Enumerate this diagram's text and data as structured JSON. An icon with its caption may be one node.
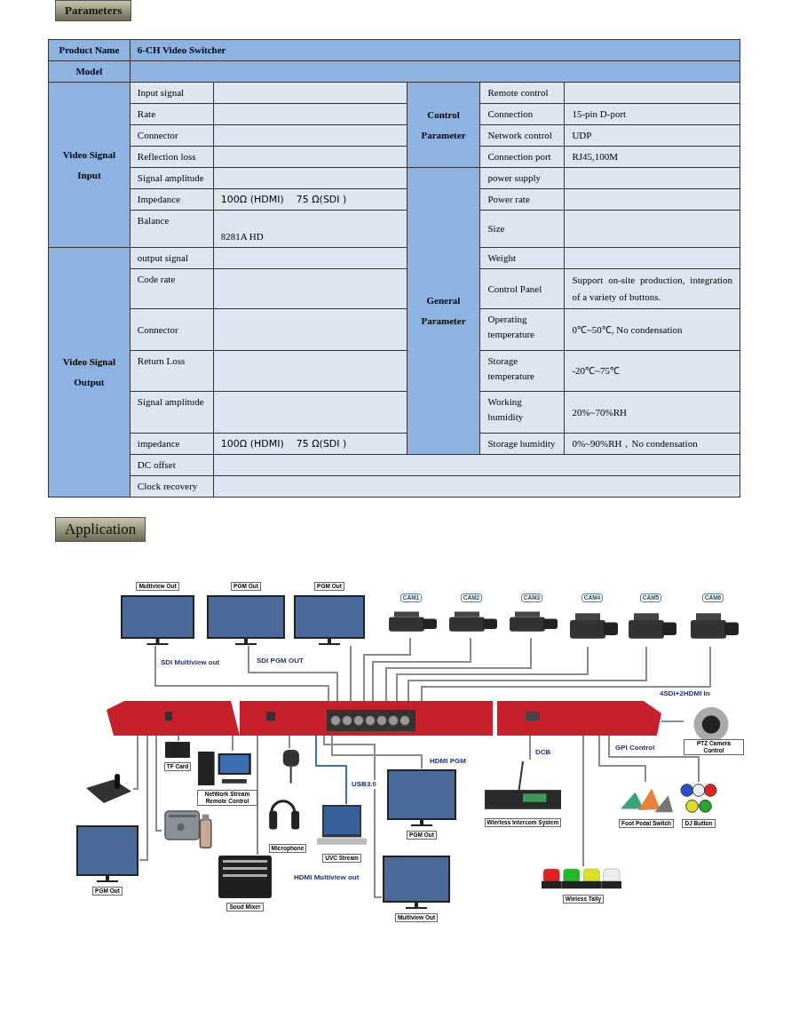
{
  "diagram": {
    "nodes": [
      {
        "text": [],
        "shape": "picture"
      },
      {
        "text": [
          "Multiview Out"
        ]
      },
      {
        "text": [
          "PGM Out"
        ]
      },
      {
        "text": [
          "PGM Out"
        ]
      },
      {
        "text": [
          "CAM1"
        ]
      },
      {
        "text": [
          "CAM2"
        ]
      },
      {
        "text": [
          "CAM3"
        ]
      },
      {
        "text": [
          "CAM4"
        ]
      },
      {
        "text": [
          "CAM5"
        ]
      },
      {
        "text": [
          "CAM6"
        ]
      },
      {
        "text": [
          "PTZ Camera Control"
        ]
      },
      {
        "text": [
          "TF Card"
        ]
      },
      {
        "text": [
          "NetWork Stream Remote Control"
        ]
      },
      {
        "text": [
          "PGM Out"
        ]
      },
      {
        "text": [],
        "shape": "picture"
      },
      {
        "text": [],
        "shape": "picture"
      },
      {
        "text": [
          "Microphone"
        ]
      },
      {
        "text": [
          "Soud Mixer"
        ]
      },
      {
        "text": [
          "UVC Stream"
        ]
      },
      {
        "text": [
          "PGM Out"
        ]
      },
      {
        "text": [
          "Multiview Out"
        ]
      },
      {
        "text": [
          "Wierless Intercom System"
        ]
      },
      {
        "text": [
          "Wieless Tally"
        ]
      },
      {
        "text": [
          "Foot Pedal Switch"
        ]
      },
      {
        "text": [
          "DJ Button"
        ]
      }
    ],
    "edges": [
      {
        "from": 1,
        "to": 0,
        "arrow": "none",
        "label": "SDI Multiview out"
      },
      {
        "from": 2,
        "to": 0,
        "arrow": "none",
        "label": "SDI PGM OUT"
      },
      {
        "from": 3,
        "to": 0,
        "arrow": "none"
      },
      {
        "from": 4,
        "to": 0,
        "arrow": "none"
      },
      {
        "from": 5,
        "to": 0,
        "arrow": "none"
      },
      {
        "from": 6,
        "to": 0,
        "arrow": "none"
      },
      {
        "from": 7,
        "to": 0,
        "arrow": "none"
      },
      {
        "from": 8,
        "to": 0,
        "arrow": "none"
      },
      {
        "from": 9,
        "to": 0,
        "arrow": "none",
        "label": "4SDI+2HDMI In"
      },
      {
        "from": 10,
        "to": 0,
        "arrow": "none"
      },
      {
        "from": 11,
        "to": 0,
        "arrow": "none"
      },
      {
        "from": 12,
        "to": 0,
        "arrow": "none"
      },
      {
        "from": 13,
        "to": 0,
        "arrow": "none"
      },
      {
        "from": 14,
        "to": 0,
        "arrow": "none"
      },
      {
        "from": 15,
        "to": 0,
        "arrow": "none"
      },
      {
        "from": 16,
        "to": 0,
        "arrow": "none"
      },
      {
        "from": 17,
        "to": 0,
        "arrow": "none"
      },
      {
        "from": 18,
        "to": 0,
        "arrow": "none",
        "label": "USB3.0",
        "color": "#3a6fc4"
      },
      {
        "from": 19,
        "to": 0,
        "arrow": "none",
        "label": "HDMI PGM"
      },
      {
        "from": 20,
        "to": 0,
        "arrow": "none",
        "label": "HDMI Multiview out"
      },
      {
        "from": 21,
        "to": 0,
        "arrow": "none",
        "label": "DCB"
      },
      {
        "from": 22,
        "to": 0,
        "arrow": "none"
      },
      {
        "from": 23,
        "to": 0,
        "arrow": "none",
        "label": "GPI Control"
      },
      {
        "from": 24,
        "to": 0,
        "arrow": "none"
      }
    ],
    "labels": [
      "Parameters",
      "Product Name",
      "6-CH Video Switcher",
      "Model",
      "Video Signal Input",
      "Input signal",
      "Control Parameter",
      "Remote control",
      "Rate",
      "Connection",
      "15-pin D-port",
      "Connector",
      "Network control",
      "UDP",
      "Reflection loss",
      "Connection port",
      "RJ45,100M",
      "Signal amplitude",
      "General Parameter",
      "power supply",
      "Impedance",
      "100Ω (HDMI) 75 Ω(SDI )",
      "Power rate",
      "Balance",
      "8281A HD",
      "Size",
      "Video Signal Output",
      "output signal",
      "Weight",
      "Code rate",
      "Control Panel",
      "Support on-site production, integration of a variety of buttons.",
      "Connector",
      "Operating temperature",
      "0℃~50℃, No condensation",
      "Return Loss",
      "Storage temperature",
      "-20℃~75℃",
      "Signal amplitude",
      "Working humidity",
      "20%~70%RH",
      "impedance",
      "100Ω (HDMI) 75 Ω(SDI )",
      "Storage humidity",
      "0%~90%RH，No condensation",
      "DC offset",
      "Clock recovery",
      "Application"
    ]
  }
}
